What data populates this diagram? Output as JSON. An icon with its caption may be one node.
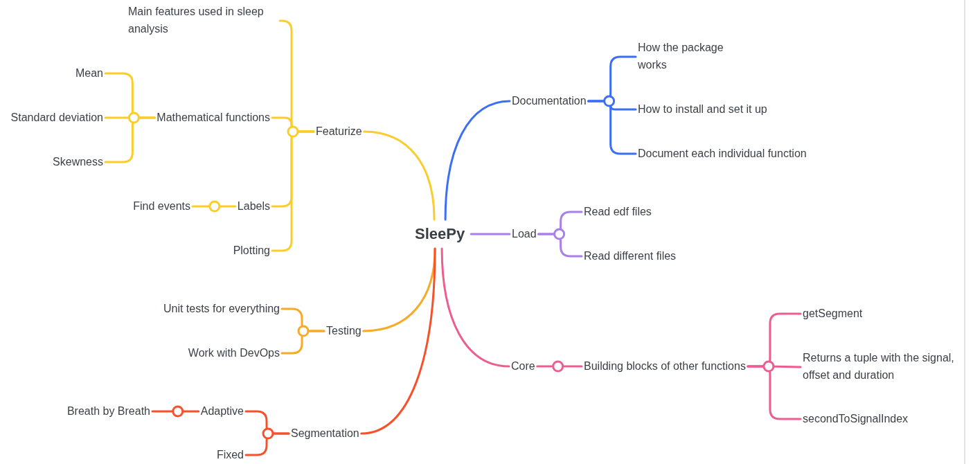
{
  "diagram": {
    "nodes": [
      {
        "text": [
          "SleePy"
        ]
      },
      {
        "text": [
          "Featurize"
        ]
      },
      {
        "text": [
          "Main features used in sleep analysis"
        ]
      },
      {
        "text": [
          "Mathematical functions"
        ]
      },
      {
        "text": [
          "Mean"
        ]
      },
      {
        "text": [
          "Standard deviation"
        ]
      },
      {
        "text": [
          "Skewness"
        ]
      },
      {
        "text": [
          "Labels"
        ]
      },
      {
        "text": [
          "Find events"
        ]
      },
      {
        "text": [
          "Plotting"
        ]
      },
      {
        "text": [
          "Documentation"
        ]
      },
      {
        "text": [
          "How the package works"
        ]
      },
      {
        "text": [
          "How to install and set it up"
        ]
      },
      {
        "text": [
          "Document each individual function"
        ]
      },
      {
        "text": [
          "Load"
        ]
      },
      {
        "text": [
          "Read edf files"
        ]
      },
      {
        "text": [
          "Read different files"
        ]
      },
      {
        "text": [
          "Testing"
        ]
      },
      {
        "text": [
          "Unit tests for everything"
        ]
      },
      {
        "text": [
          "Work with DevOps"
        ]
      },
      {
        "text": [
          "Core"
        ]
      },
      {
        "text": [
          "Building blocks of other functions"
        ]
      },
      {
        "text": [
          "getSegment"
        ]
      },
      {
        "text": [
          "Returns a tuple with the signal, offset and duration"
        ]
      },
      {
        "text": [
          "secondToSignalIndex"
        ]
      },
      {
        "text": [
          "Segmentation"
        ]
      },
      {
        "text": [
          "Adaptive"
        ]
      },
      {
        "text": [
          "Breath by Breath"
        ]
      },
      {
        "text": [
          "Fixed"
        ]
      }
    ],
    "edges": [
      {
        "from": 0,
        "to": 1,
        "arrow": "none",
        "color": "#fbcd2b"
      },
      {
        "from": 0,
        "to": 10,
        "arrow": "none",
        "color": "#3b6ff5"
      },
      {
        "from": 0,
        "to": 14,
        "arrow": "none",
        "color": "#a880ea"
      },
      {
        "from": 0,
        "to": 17,
        "arrow": "none",
        "color": "#f7a928"
      },
      {
        "from": 0,
        "to": 20,
        "arrow": "none",
        "color": "#ee5d8f"
      },
      {
        "from": 0,
        "to": 25,
        "arrow": "none",
        "color": "#f7512c"
      },
      {
        "from": 1,
        "to": 2,
        "arrow": "none",
        "color": "#fbcd2b"
      },
      {
        "from": 1,
        "to": 3,
        "arrow": "none",
        "color": "#fbcd2b"
      },
      {
        "from": 1,
        "to": 7,
        "arrow": "none",
        "color": "#fbcd2b"
      },
      {
        "from": 1,
        "to": 9,
        "arrow": "none",
        "color": "#fbcd2b"
      },
      {
        "from": 3,
        "to": 4,
        "arrow": "none",
        "color": "#fbcd2b"
      },
      {
        "from": 3,
        "to": 5,
        "arrow": "none",
        "color": "#fbcd2b"
      },
      {
        "from": 3,
        "to": 6,
        "arrow": "none",
        "color": "#fbcd2b"
      },
      {
        "from": 7,
        "to": 8,
        "arrow": "none",
        "color": "#fbcd2b"
      },
      {
        "from": 10,
        "to": 11,
        "arrow": "none",
        "color": "#3b6ff5"
      },
      {
        "from": 10,
        "to": 12,
        "arrow": "none",
        "color": "#3b6ff5"
      },
      {
        "from": 10,
        "to": 13,
        "arrow": "none",
        "color": "#3b6ff5"
      },
      {
        "from": 14,
        "to": 15,
        "arrow": "none",
        "color": "#a880ea"
      },
      {
        "from": 14,
        "to": 16,
        "arrow": "none",
        "color": "#a880ea"
      },
      {
        "from": 17,
        "to": 18,
        "arrow": "none",
        "color": "#f7a928"
      },
      {
        "from": 17,
        "to": 19,
        "arrow": "none",
        "color": "#f7a928"
      },
      {
        "from": 20,
        "to": 21,
        "arrow": "none",
        "color": "#ee5d8f"
      },
      {
        "from": 21,
        "to": 22,
        "arrow": "none",
        "color": "#ee5d8f"
      },
      {
        "from": 21,
        "to": 23,
        "arrow": "none",
        "color": "#ee5d8f"
      },
      {
        "from": 21,
        "to": 24,
        "arrow": "none",
        "color": "#ee5d8f"
      },
      {
        "from": 25,
        "to": 26,
        "arrow": "none",
        "color": "#f7512c"
      },
      {
        "from": 25,
        "to": 28,
        "arrow": "none",
        "color": "#f7512c"
      },
      {
        "from": 26,
        "to": 27,
        "arrow": "none",
        "color": "#f7512c"
      }
    ]
  }
}
